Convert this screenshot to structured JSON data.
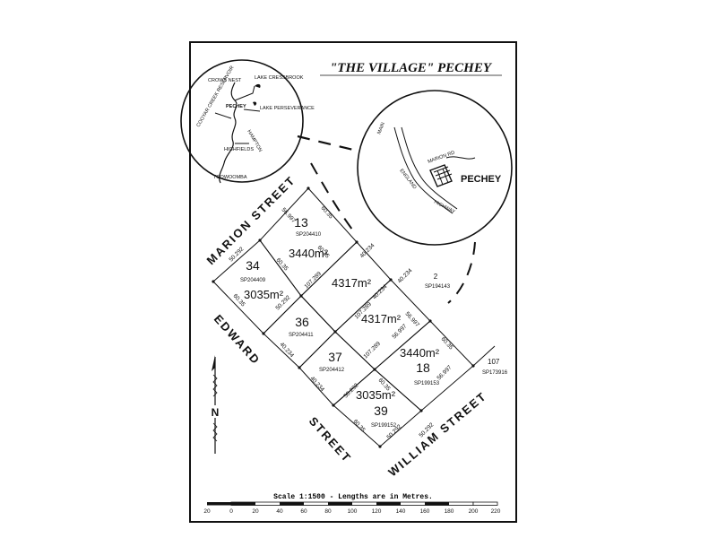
{
  "title": "\"THE VILLAGE\" PECHEY",
  "streets": {
    "marion": "MARION   STREET",
    "edward": "EDWARD",
    "street": "STREET",
    "william": "WILLIAM   STREET"
  },
  "lots": [
    {
      "id": "13",
      "number": "13",
      "area": "3440m²",
      "plan": "SP204410"
    },
    {
      "id": "34",
      "number": "34",
      "area": "3035m²",
      "plan": "SP204409"
    },
    {
      "id": "centre",
      "number": "",
      "area": "4317m²",
      "plan": ""
    },
    {
      "id": "36",
      "number": "36",
      "area": "4317m²",
      "plan": "SP204411"
    },
    {
      "id": "37",
      "number": "37",
      "area": "",
      "plan": "SP204412"
    },
    {
      "id": "18",
      "number": "18",
      "area": "3440m²",
      "plan": "SP199153"
    },
    {
      "id": "39",
      "number": "39",
      "area": "3035m²",
      "plan": "SP199152"
    },
    {
      "id": "2",
      "number": "2",
      "area": "",
      "plan": "SP194143"
    },
    {
      "id": "107",
      "number": "107",
      "area": "",
      "plan": "SP173916"
    }
  ],
  "dimensions": [
    "56.997",
    "60.35",
    "50.292",
    "60.35",
    "40.234",
    "107.289",
    "60.35",
    "50.292",
    "40.234",
    "107.289",
    "60.35",
    "40.234",
    "107.289",
    "56.997",
    "40.234",
    "60.35",
    "56.997",
    "60.35",
    "50.292",
    "50.292",
    "60.35",
    "56.997",
    "40.234",
    "50.292"
  ],
  "locality_map": {
    "places": [
      "CROWS NEST",
      "LAKE CRESSBROOK",
      "PECHEY",
      "LAKE PERSEVERANCE",
      "HAMPTON",
      "COOYAR CREEK RESERVOIR",
      "HIGHFIELDS",
      "TOOWOOMBA"
    ]
  },
  "site_map": {
    "labels": [
      "MAIN",
      "MARION RD",
      "PECHEY",
      "ENGLAND",
      "HIGHWAY"
    ]
  },
  "north_label": "N",
  "scale": {
    "text": "Scale 1:1500 - Lengths are in Metres.",
    "ticks": [
      "20",
      "0",
      "20",
      "40",
      "60",
      "80",
      "100",
      "120",
      "140",
      "160",
      "180",
      "200",
      "220"
    ]
  },
  "colors": {
    "ink": "#111111",
    "paper": "#ffffff"
  }
}
